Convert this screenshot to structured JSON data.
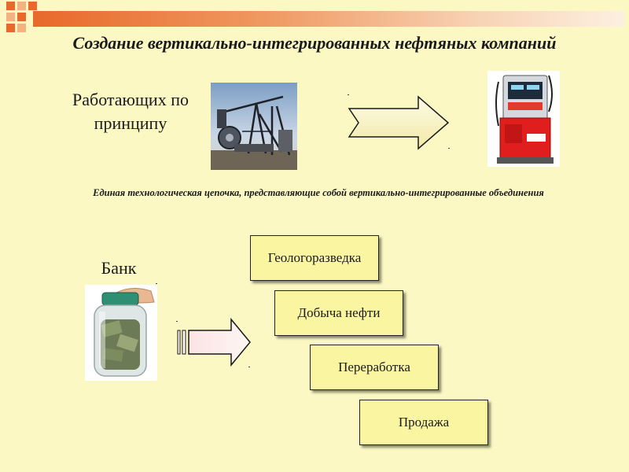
{
  "slide": {
    "title": "Создание вертикально-интегрированных нефтяных компаний",
    "principle_label": "Работающих по принципу",
    "chain_text": "Единая технологическая цепочка, представляющие собой вертикально-интегрированные объединения",
    "bank_label": "Банк",
    "stages": [
      {
        "label": "Геологоразведка"
      },
      {
        "label": "Добыча нефти"
      },
      {
        "label": "Переработка"
      },
      {
        "label": "Продажа"
      }
    ]
  },
  "colors": {
    "background": "#fbf8c4",
    "accent": "#e8692a",
    "stage_fill": "#faf5a0"
  },
  "icons": [
    "oil-pump-photo",
    "fuel-dispenser-photo",
    "money-jar-photo",
    "right-arrow",
    "striped-right-arrow"
  ]
}
